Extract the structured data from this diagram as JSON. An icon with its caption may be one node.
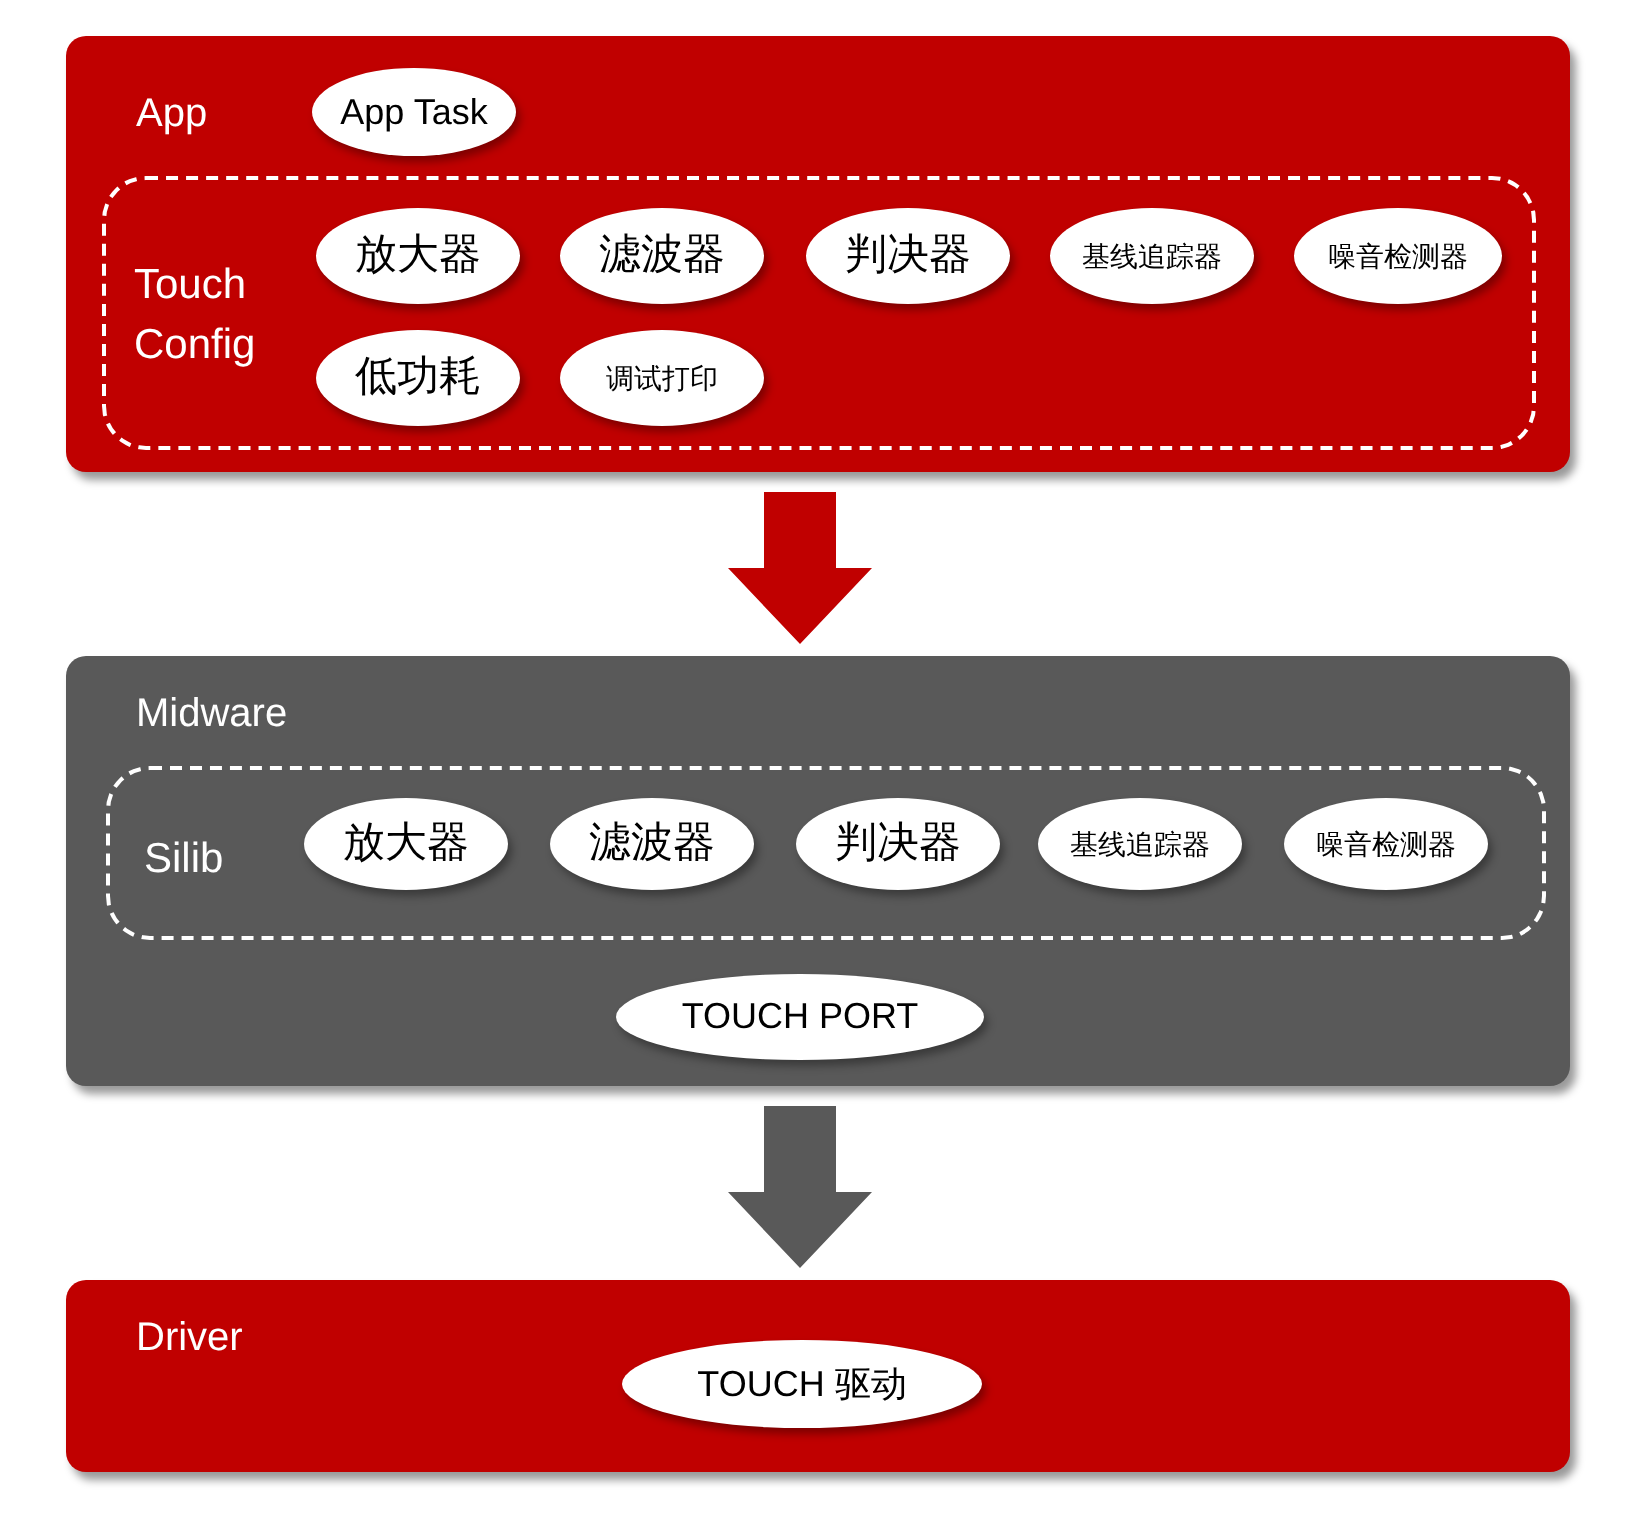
{
  "diagram": {
    "nodes": [
      {
        "text": [
          "App"
        ]
      },
      {
        "text": [
          "App Task"
        ],
        "in": 0
      },
      {
        "text": [
          "Touch Config"
        ],
        "in": 0
      },
      {
        "text": [
          "放大器"
        ],
        "in": 2
      },
      {
        "text": [
          "滤波器"
        ],
        "in": 2
      },
      {
        "text": [
          "判决器"
        ],
        "in": 2
      },
      {
        "text": [
          "基线追踪器"
        ],
        "in": 2
      },
      {
        "text": [
          "噪音检测器"
        ],
        "in": 2
      },
      {
        "text": [
          "低功耗"
        ],
        "in": 2
      },
      {
        "text": [
          "调试打印"
        ],
        "in": 2
      },
      {
        "text": [
          "Midware"
        ]
      },
      {
        "text": [
          "Silib"
        ],
        "in": 10
      },
      {
        "text": [
          "放大器"
        ],
        "in": 11
      },
      {
        "text": [
          "滤波器"
        ],
        "in": 11
      },
      {
        "text": [
          "判决器"
        ],
        "in": 11
      },
      {
        "text": [
          "基线追踪器"
        ],
        "in": 11
      },
      {
        "text": [
          "噪音检测器"
        ],
        "in": 11
      },
      {
        "text": [
          "TOUCH PORT"
        ],
        "in": 10
      },
      {
        "text": [
          "Driver"
        ]
      },
      {
        "text": [
          "TOUCH 驱动"
        ],
        "in": 18
      }
    ],
    "edges": [
      {
        "from": 0,
        "to": 10,
        "arrow": "to",
        "style": "thick",
        "color": "#c00000"
      },
      {
        "from": 10,
        "to": 18,
        "arrow": "to",
        "style": "thick",
        "color": "#595959"
      }
    ]
  }
}
